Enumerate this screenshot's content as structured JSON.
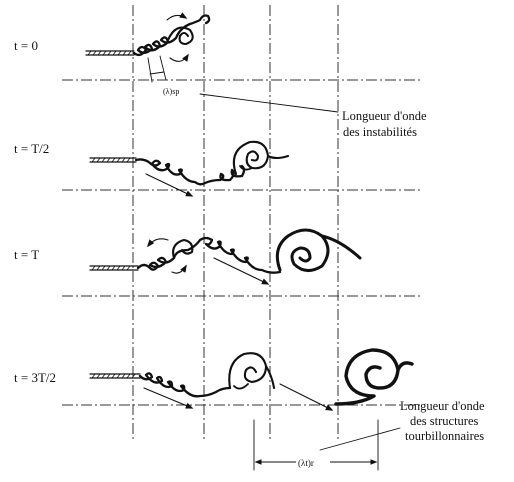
{
  "diagram": {
    "time_labels": [
      "t = 0",
      "t = T/2",
      "t = T",
      "t = 3T/2"
    ],
    "small_wavelength_symbol": "(λ)sp",
    "small_wavelength_label_line1": "Longueur d'onde",
    "small_wavelength_label_line2": "des instabilités",
    "large_wavelength_label_line1": "Longueur d'onde",
    "large_wavelength_label_line2": "des structures",
    "large_wavelength_label_line3": "tourbillonnaires",
    "large_wavelength_symbol": "(λt)r",
    "colors": {
      "ink": "#111111",
      "centerline": "#333333",
      "background": "#ffffff"
    }
  }
}
